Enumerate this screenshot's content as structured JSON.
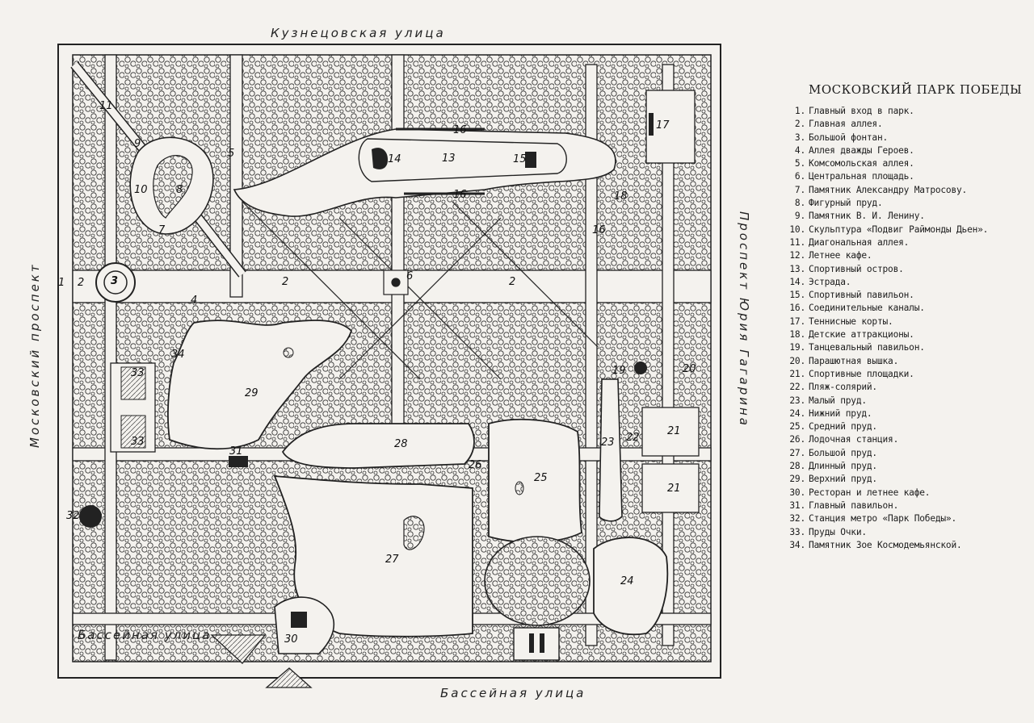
{
  "streets": {
    "top": "Кузнецовская улица",
    "left": "Московский проспект",
    "right": "Проспект Юрия Гагарина",
    "bottom_left": "Бассейная улица",
    "bottom": "Бассейная улица"
  },
  "legend": {
    "title": "МОСКОВСКИЙ ПАРК ПОБЕДЫ",
    "items": [
      {
        "n": "1.",
        "label": "Главный вход в парк."
      },
      {
        "n": "2.",
        "label": "Главная аллея."
      },
      {
        "n": "3.",
        "label": "Большой фонтан."
      },
      {
        "n": "4.",
        "label": "Аллея дважды Героев."
      },
      {
        "n": "5.",
        "label": "Комсомольская аллея."
      },
      {
        "n": "6.",
        "label": "Центральная площадь."
      },
      {
        "n": "7.",
        "label": "Памятник Александру Матросову."
      },
      {
        "n": "8.",
        "label": "Фигурный пруд."
      },
      {
        "n": "9.",
        "label": "Памятник В. И. Ленину."
      },
      {
        "n": "10.",
        "label": "Скульптура «Подвиг Раймонды Дьен»."
      },
      {
        "n": "11.",
        "label": "Диагональная аллея."
      },
      {
        "n": "12.",
        "label": "Летнее кафе."
      },
      {
        "n": "13.",
        "label": "Спортивный остров."
      },
      {
        "n": "14.",
        "label": "Эстрада."
      },
      {
        "n": "15.",
        "label": "Спортивный павильон."
      },
      {
        "n": "16.",
        "label": "Соединительные каналы."
      },
      {
        "n": "17.",
        "label": "Теннисные корты."
      },
      {
        "n": "18.",
        "label": "Детские аттракционы."
      },
      {
        "n": "19.",
        "label": "Танцевальный павильон."
      },
      {
        "n": "20.",
        "label": "Парашютная вышка."
      },
      {
        "n": "21.",
        "label": "Спортивные площадки."
      },
      {
        "n": "22.",
        "label": "Пляж-солярий."
      },
      {
        "n": "23.",
        "label": "Малый пруд."
      },
      {
        "n": "24.",
        "label": "Нижний пруд."
      },
      {
        "n": "25.",
        "label": "Средний пруд."
      },
      {
        "n": "26.",
        "label": "Лодочная станция."
      },
      {
        "n": "27.",
        "label": "Большой пруд."
      },
      {
        "n": "28.",
        "label": "Длинный пруд."
      },
      {
        "n": "29.",
        "label": "Верхний пруд."
      },
      {
        "n": "30.",
        "label": "Ресторан и летнее кафе."
      },
      {
        "n": "31.",
        "label": "Главный павильон."
      },
      {
        "n": "32.",
        "label": "Станция метро «Парк Победы»."
      },
      {
        "n": "33.",
        "label": "Пруды Очки."
      },
      {
        "n": "34.",
        "label": "Памятник Зое Космодемьянской."
      }
    ]
  },
  "map_labels": {
    "l1": "1",
    "l2a": "2",
    "l2b": "2",
    "l2c": "2",
    "l3": "3",
    "l4": "4",
    "l5": "5",
    "l6": "6",
    "l7": "7",
    "l8": "8",
    "l9": "9",
    "l10": "10",
    "l11": "11",
    "l13": "13",
    "l14": "14",
    "l15": "15",
    "l16a": "16",
    "l16b": "16",
    "l16c": "16",
    "l17": "17",
    "l18": "18",
    "l19": "19",
    "l20": "20",
    "l21a": "21",
    "l21b": "21",
    "l22": "22",
    "l23": "23",
    "l24": "24",
    "l25": "25",
    "l26": "26",
    "l27": "27",
    "l28": "28",
    "l29": "29",
    "l30": "30",
    "l31": "31",
    "l32": "32",
    "l33a": "33",
    "l33b": "33",
    "l34": "34"
  }
}
